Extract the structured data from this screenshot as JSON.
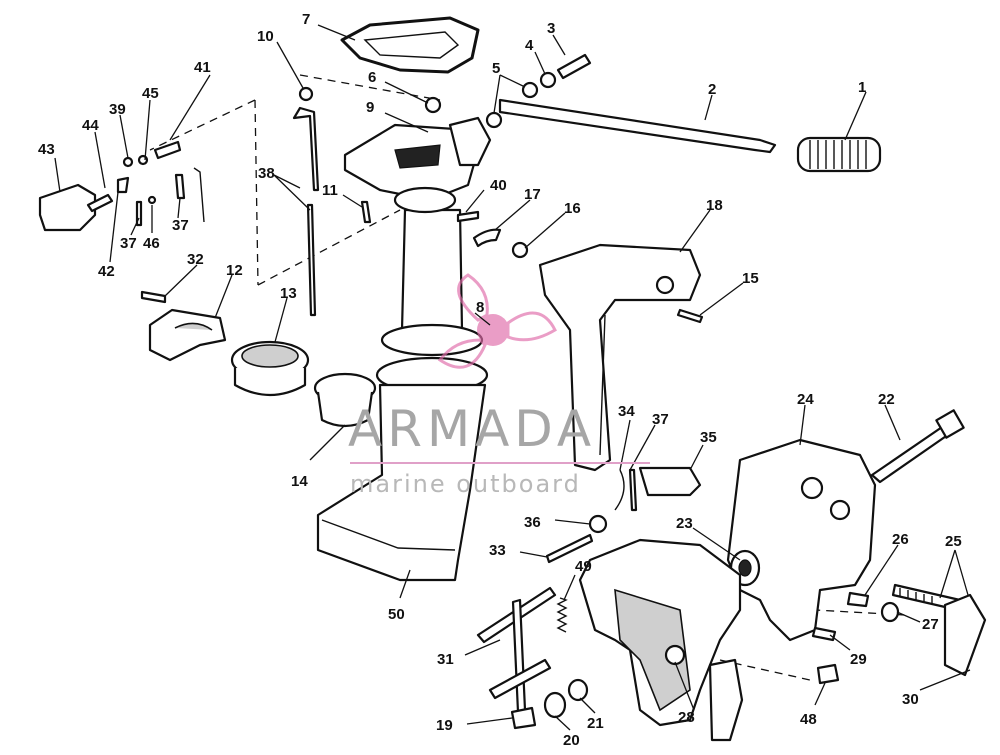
{
  "watermark": {
    "brand": "ARMADA",
    "tagline": "marine outboard",
    "logo_color": "#e06aa8"
  },
  "callouts": [
    {
      "n": "1"
    },
    {
      "n": "2"
    },
    {
      "n": "3"
    },
    {
      "n": "4"
    },
    {
      "n": "5"
    },
    {
      "n": "6"
    },
    {
      "n": "7"
    },
    {
      "n": "8"
    },
    {
      "n": "9"
    },
    {
      "n": "10"
    },
    {
      "n": "11"
    },
    {
      "n": "12"
    },
    {
      "n": "13"
    },
    {
      "n": "14"
    },
    {
      "n": "15"
    },
    {
      "n": "16"
    },
    {
      "n": "17"
    },
    {
      "n": "18"
    },
    {
      "n": "19"
    },
    {
      "n": "20"
    },
    {
      "n": "21"
    },
    {
      "n": "22"
    },
    {
      "n": "23"
    },
    {
      "n": "24"
    },
    {
      "n": "25"
    },
    {
      "n": "26"
    },
    {
      "n": "27"
    },
    {
      "n": "28"
    },
    {
      "n": "29"
    },
    {
      "n": "30"
    },
    {
      "n": "31"
    },
    {
      "n": "32"
    },
    {
      "n": "33"
    },
    {
      "n": "34"
    },
    {
      "n": "35"
    },
    {
      "n": "36"
    },
    {
      "n": "37"
    },
    {
      "n": "37"
    },
    {
      "n": "37"
    },
    {
      "n": "38"
    },
    {
      "n": "39"
    },
    {
      "n": "40"
    },
    {
      "n": "41"
    },
    {
      "n": "42"
    },
    {
      "n": "43"
    },
    {
      "n": "44"
    },
    {
      "n": "45"
    },
    {
      "n": "46"
    },
    {
      "n": "48"
    },
    {
      "n": "49"
    },
    {
      "n": "50"
    }
  ]
}
